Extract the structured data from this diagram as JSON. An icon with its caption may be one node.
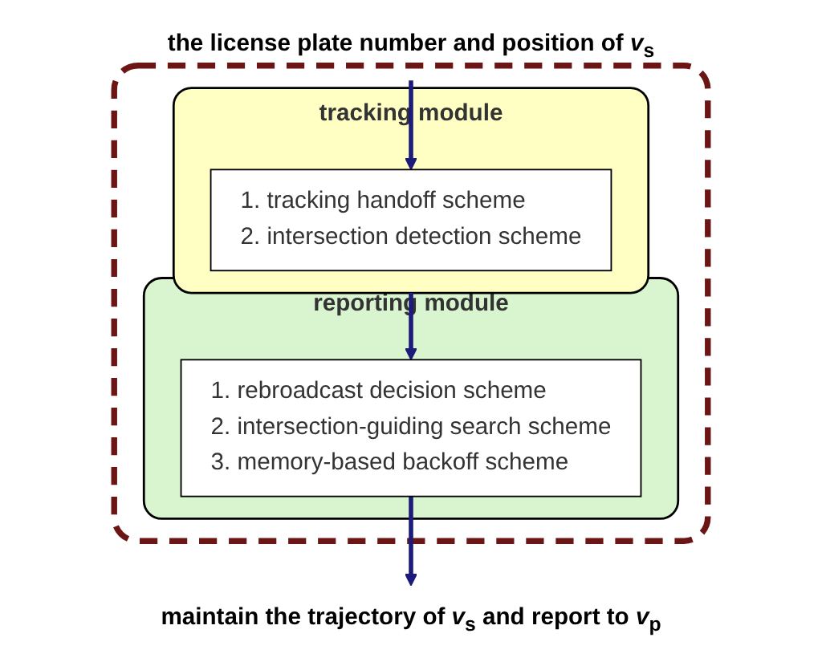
{
  "diagram": {
    "nodes": [
      {
        "text": [
          "the license plate number and position of *v*$_{s}$"
        ]
      },
      {
        "text": [],
        "shape": "box"
      },
      {
        "text": [
          "tracking module"
        ],
        "in": 1
      },
      {
        "text": [
          "1. tracking handoff scheme",
          "2. intersection detection scheme"
        ],
        "in": 2
      },
      {
        "text": [
          "reporting module"
        ],
        "in": 1
      },
      {
        "text": [
          "1. rebroadcast decision scheme",
          "2. intersection-guiding search scheme",
          "3. memory-based backoff scheme"
        ],
        "in": 4
      },
      {
        "text": [
          "maintain the trajectory of *v*$_{s}$ and report to *v*$_{p}$"
        ]
      }
    ],
    "edges": [
      {
        "from": 0,
        "to": 3,
        "arrow": "to"
      },
      {
        "from": 2,
        "to": 5,
        "arrow": "to"
      },
      {
        "from": 5,
        "to": 6,
        "arrow": "to"
      }
    ]
  }
}
